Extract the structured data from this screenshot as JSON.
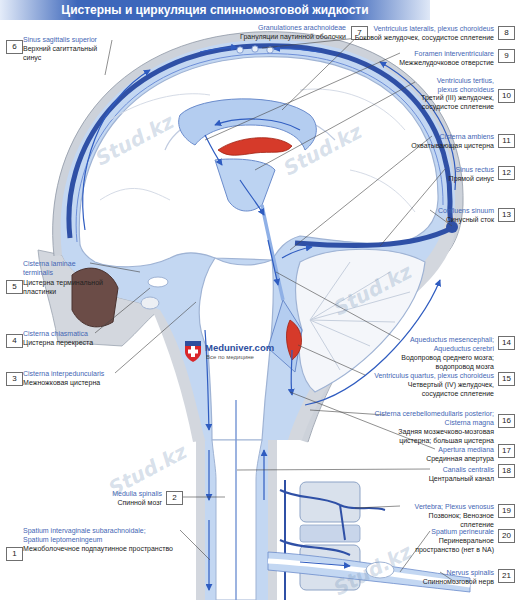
{
  "diagram": {
    "title": "Цистерны и циркуляция спинномозговой жидкости",
    "nodes": [
      {
        "text": [
          "7"
        ]
      },
      {
        "text": [
          "8"
        ]
      },
      {
        "text": [
          "6"
        ]
      },
      {
        "text": [
          "9"
        ]
      },
      {
        "text": [
          "10"
        ]
      },
      {
        "text": [
          "11"
        ]
      },
      {
        "text": [
          "12"
        ]
      },
      {
        "text": [
          "13"
        ]
      },
      {
        "text": [
          "5"
        ]
      },
      {
        "text": [
          "4"
        ]
      },
      {
        "text": [
          "14"
        ]
      },
      {
        "text": [
          "3"
        ]
      },
      {
        "text": [
          "15"
        ]
      },
      {
        "text": [
          "16"
        ]
      },
      {
        "text": [
          "17"
        ]
      },
      {
        "text": [
          "18"
        ]
      },
      {
        "text": [
          "2"
        ]
      },
      {
        "text": [
          "19"
        ]
      },
      {
        "text": [
          "20"
        ]
      },
      {
        "text": [
          "1"
        ]
      },
      {
        "text": [
          "21"
        ]
      }
    ],
    "labels": [
      "Granulationes arachnoideae",
      "Грануляции паутинной оболочки",
      "Ventriculus lateralis, plexus choroideus",
      "Боковой желудочек, сосудистое сплетение",
      "Sinus sagittalis superior",
      "Верхний сагиттальный синус",
      "Foramen interventriculare",
      "Межжелудочковое отверстие",
      "Ventriculus tertius, plexus choroideus",
      "Третий (III) желудочек, сосудистое сплетение",
      "Cisterna ambiens",
      "Охватывающая цистерна",
      "Sinus rectus",
      "Прямой синус",
      "Confluens sinuum",
      "Синусный сток",
      "Cisterna laminae terminalis",
      "Цистерна терминальной пластинки",
      "Cisterna chiasmatica",
      "Цистерна перекреста",
      "Aqueductus mesencephali; Aqueductus cerebri",
      "Водопровод среднего мозга; водопровод мозга",
      "Cisterna interpeduncularis",
      "Межножковая цистерна",
      "Ventriculus quartus, plexus choroideus",
      "Четвертый (IV) желудочек, сосудистое сплетение",
      "Cisterna cerebellomedullaris posterior; Cisterna magna",
      "Задняя мозжечково-мозговая цистерна; большая цистерна",
      "Apertura mediana",
      "Срединная апертура",
      "Canalis centralis",
      "Центральный канал",
      "Medulla spinalis",
      "Спинной мозг",
      "Vertebra; Plexus venosus",
      "Позвонок; Венозное сплетение",
      "Spatium perineurale",
      "Периневральное пространство (нет в NA)",
      "Spatium intervaginale subarachnoidale; Spatium leptomeningeum",
      "Межоболочечное подпаутинное пространство",
      "Nervus spinalis",
      "Спинномозговой нерв",
      "Meduniver.com",
      "Все по медицине",
      "Stud.kz",
      "Stud.kz",
      "Stud.kz",
      "Stud.kz",
      "Stud.kz"
    ]
  }
}
